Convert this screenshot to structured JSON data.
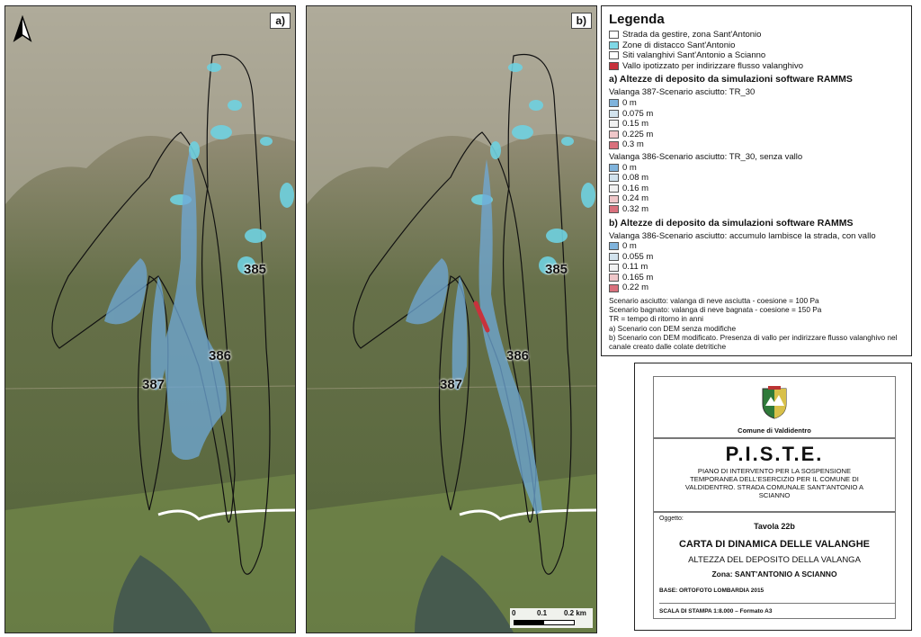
{
  "maps": {
    "panel_a_tag": "a)",
    "panel_b_tag": "b)",
    "site_labels": [
      "385",
      "386",
      "387"
    ],
    "scale": {
      "zero": "0",
      "mid": "0.1",
      "end": "0.2 km"
    }
  },
  "legend": {
    "title": "Legenda",
    "items": [
      {
        "label": "Strada da gestire, zona Sant'Antonio",
        "color": "#ffffff"
      },
      {
        "label": "Zone di distacco Sant'Antonio",
        "color": "#7fd8e6"
      },
      {
        "label": "Siti valanghivi Sant'Antonio a Scianno",
        "color": "#ffffff"
      },
      {
        "label": "Vallo ipotizzato per indirizzare flusso valanghivo",
        "color": "#c8323c"
      }
    ],
    "section_a": "a) Altezze di deposito da simulazioni software RAMMS",
    "group_387": {
      "title": "Valanga 387-Scenario asciutto: TR_30",
      "classes": [
        "0 m",
        "0.075 m",
        "0.15 m",
        "0.225 m",
        "0.3 m"
      ]
    },
    "group_386a": {
      "title": "Valanga 386-Scenario asciutto: TR_30, senza vallo",
      "classes": [
        "0 m",
        "0.08 m",
        "0.16 m",
        "0.24 m",
        "0.32 m"
      ]
    },
    "section_b": "b) Altezze di deposito da simulazioni software RAMMS",
    "group_386b": {
      "title": "Valanga 386-Scenario asciutto: accumulo lambisce la strada, con vallo",
      "classes": [
        "0 m",
        "0.055 m",
        "0.11 m",
        "0.165 m",
        "0.22 m"
      ]
    },
    "class_colors": [
      "#7fb3dc",
      "#d2e3ee",
      "#f1f1f1",
      "#f0c7c9",
      "#d9707c"
    ],
    "notes": [
      "Scenario asciutto: valanga di neve asciutta - coesione = 100   Pa",
      "Scenario bagnato: valanga di neve bagnata -  coesione = 150   Pa",
      "TR = tempo di ritorno in anni",
      "a) Scenario con DEM senza modifiche",
      "b) Scenario con DEM modificato. Presenza di vallo per indirizzare flusso valanghivo nel canale creato dalle colate detritiche"
    ]
  },
  "titleblock": {
    "comune": "Comune di Valdidentro",
    "piste_title": "P.I.S.T.E.",
    "piste_subtitle": "PIANO DI INTERVENTO PER LA SOSPENSIONE TEMPORANEA DELL'ESERCIZIO PER IL COMUNE DI VALDIDENTRO. STRADA COMUNALE SANT'ANTONIO A SCIANNO",
    "oggetto_label": "Oggetto:",
    "tavola": "Tavola 22b",
    "carta": "CARTA DI DINAMICA DELLE VALANGHE",
    "altezza": "ALTEZZA DEL DEPOSITO DELLA VALANGA",
    "zona": "Zona: SANT'ANTONIO A SCIANNO",
    "base": "BASE: ORTOFOTO LOMBARDIA 2015",
    "scala": "SCALA DI STAMPA 1:8.000 – Formato A3"
  }
}
